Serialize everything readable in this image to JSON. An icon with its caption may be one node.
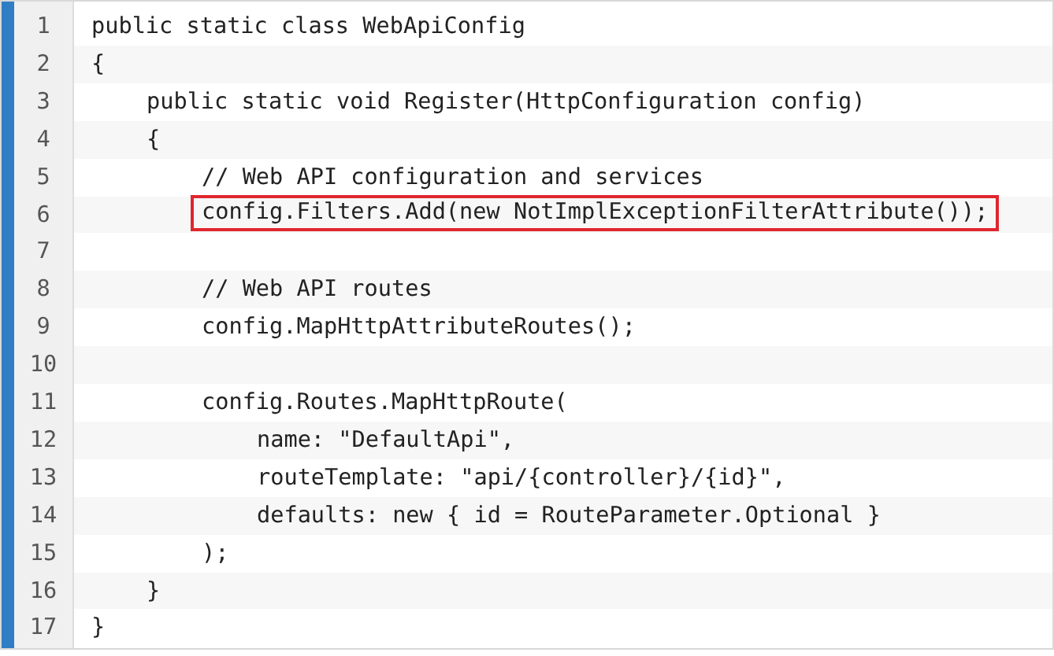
{
  "diagram": {
    "nodes": [
      {
        "text": [
          "config.Filters.Add(new NotImplExceptionFilterAttribute());"
        ]
      }
    ],
    "labels": [
      "1",
      "public static class WebApiConfig",
      "2",
      "{",
      "3",
      "public static void Register(HttpConfiguration config)",
      "4",
      "{",
      "5",
      "// Web API configuration and services",
      "6",
      "7",
      "8",
      "// Web API routes",
      "9",
      "config.MapHttpAttributeRoutes();",
      "10",
      "11",
      "config.Routes.MapHttpRoute(",
      "12",
      "name: \"DefaultApi\",",
      "13",
      "routeTemplate: \"api/{controller}/{id}\",",
      "14",
      "defaults: new { id = RouteParameter.Optional }",
      "15",
      ");",
      "16",
      "}",
      "17",
      "}"
    ]
  }
}
